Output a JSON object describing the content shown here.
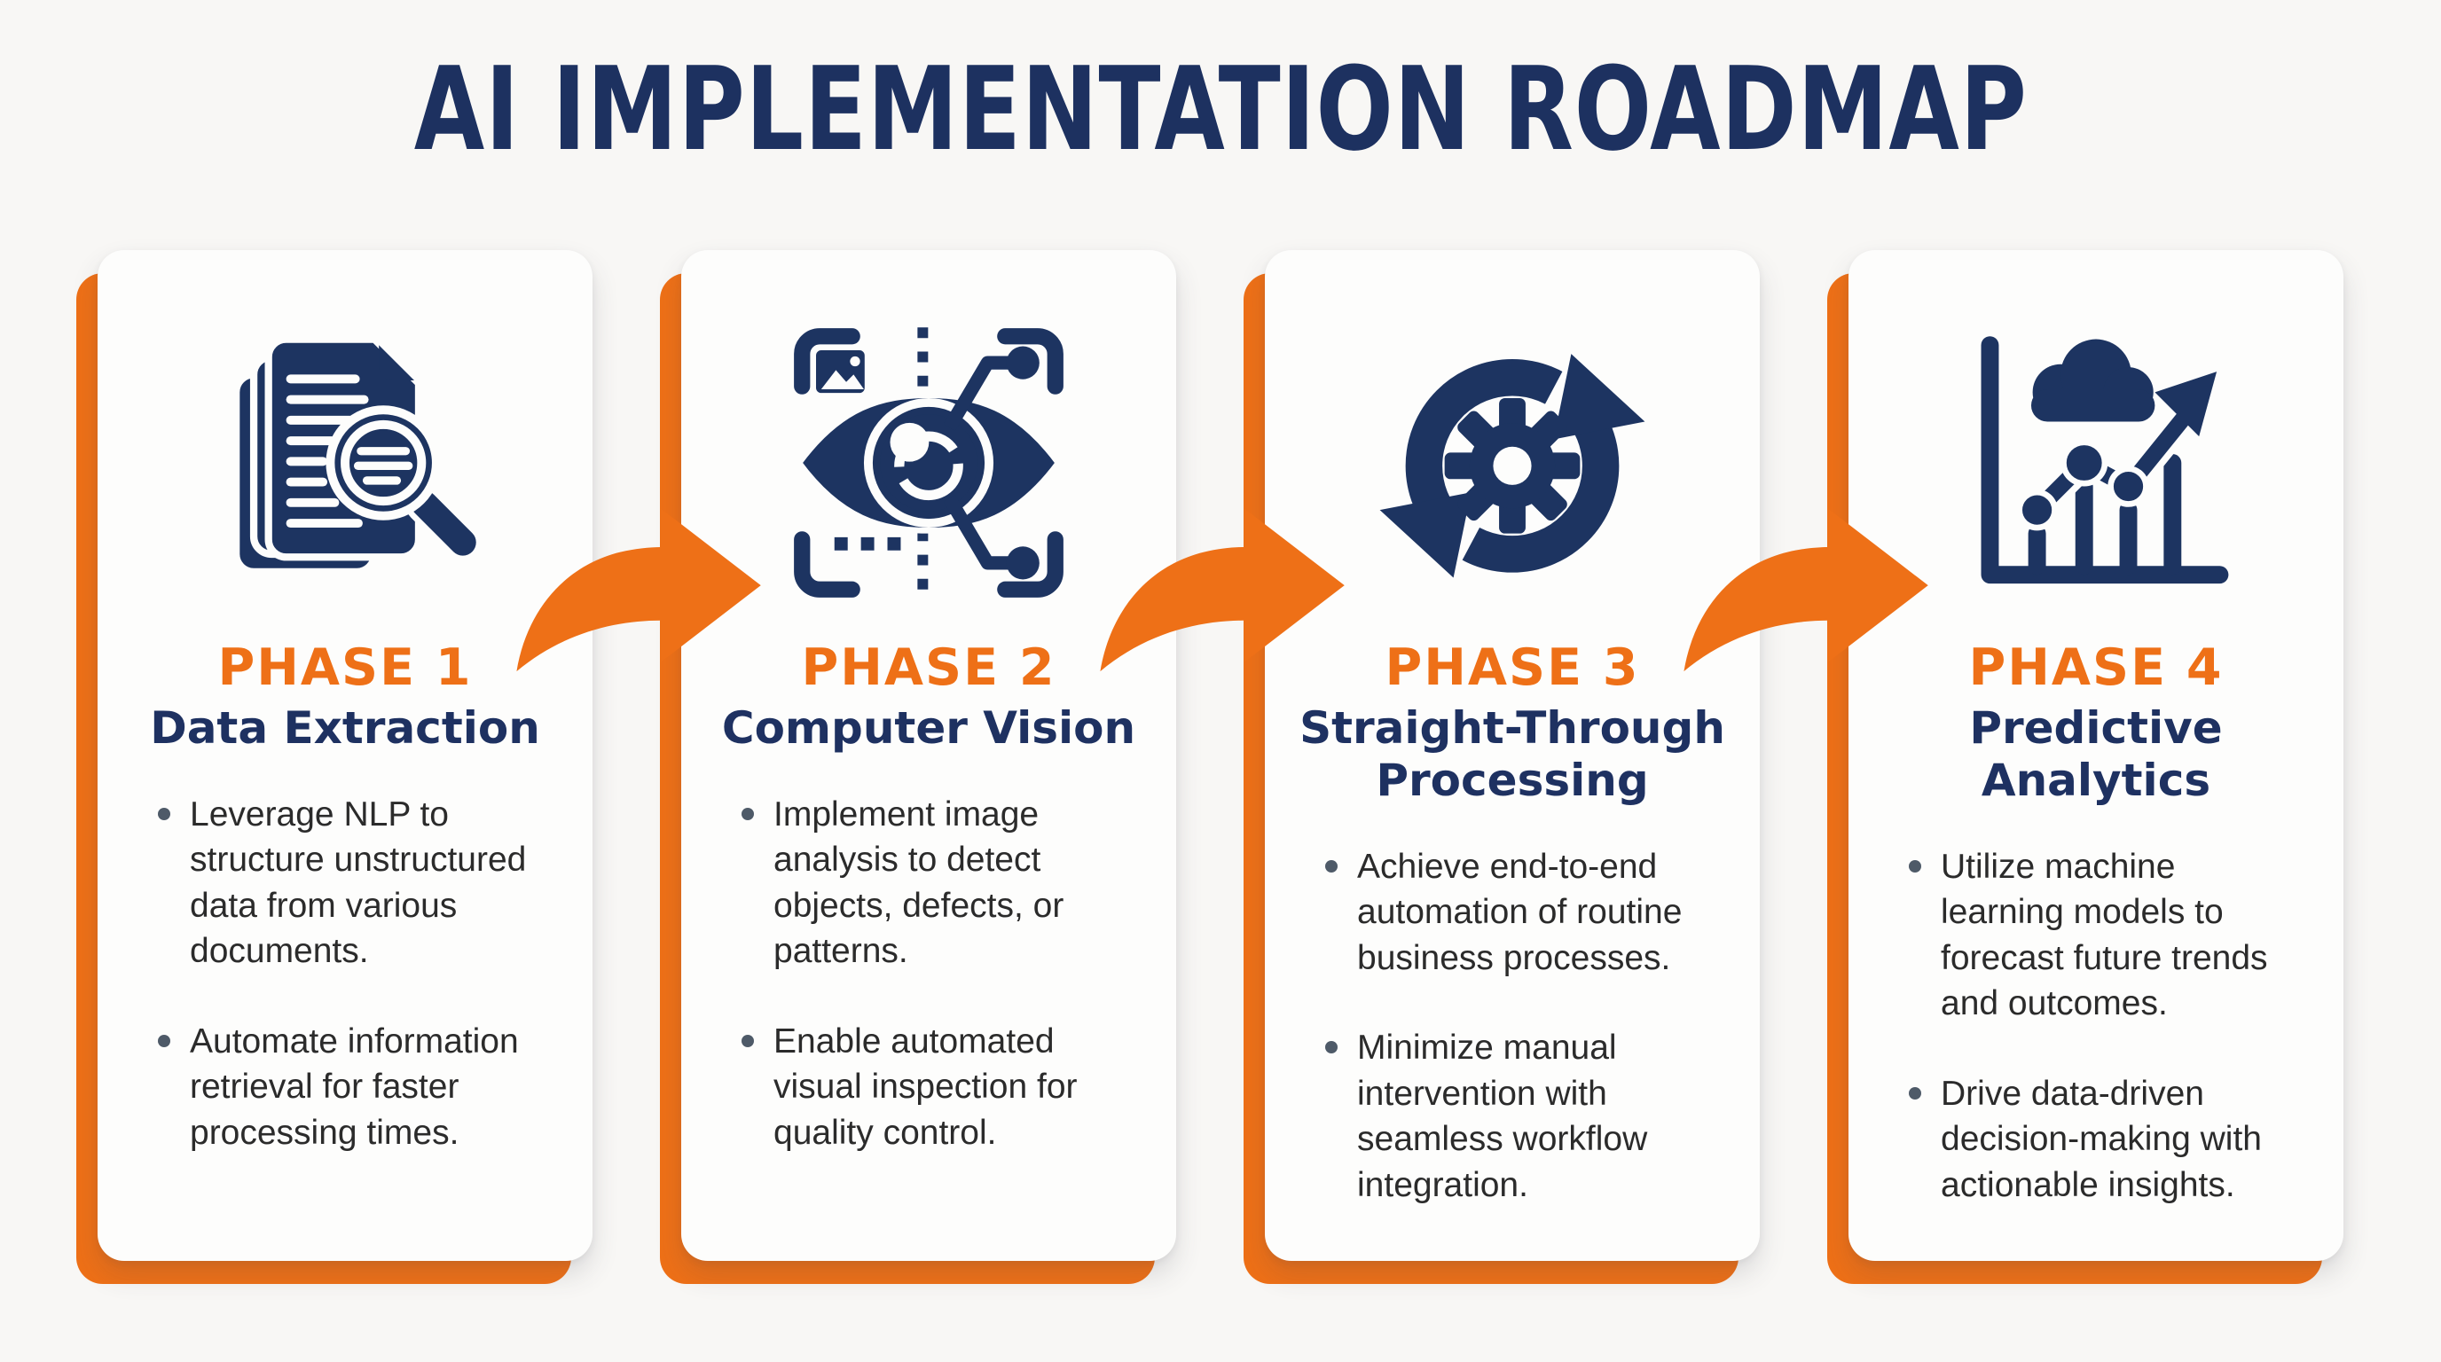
{
  "title": "AI IMPLEMENTATION ROADMAP",
  "colors": {
    "accent_orange": "#EE7017",
    "navy": "#1D3461",
    "body_text": "#2B2B2B",
    "card_background": "#FDFDFC",
    "page_background": "#F8F7F5",
    "bullet_dot": "#4E5A68"
  },
  "phases": [
    {
      "label": "PHASE 1",
      "name": "Data Extraction",
      "icon": "documents-magnifier-icon",
      "bullets": [
        "Leverage NLP to structure unstructured data from various documents.",
        "Automate information retrieval for faster processing times."
      ]
    },
    {
      "label": "PHASE 2",
      "name": "Computer Vision",
      "icon": "computer-vision-eye-icon",
      "bullets": [
        "Implement image analysis to detect objects, defects, or patterns.",
        "Enable automated visual inspection for quality control."
      ]
    },
    {
      "label": "PHASE 3",
      "name": "Straight-Through Processing",
      "icon": "gear-cycle-icon",
      "bullets": [
        "Achieve end-to-end automation of routine business processes.",
        "Minimize manual intervention with seamless workflow integration."
      ]
    },
    {
      "label": "PHASE 4",
      "name": "Predictive Analytics",
      "icon": "predictive-analytics-chart-icon",
      "bullets": [
        "Utilize machine learning models to forecast future trends and outcomes.",
        "Drive data-driven decision-making with actionable insights."
      ]
    }
  ]
}
